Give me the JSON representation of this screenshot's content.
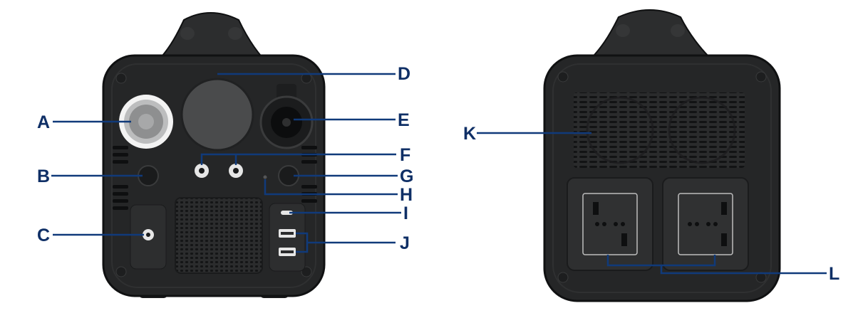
{
  "colors": {
    "body": "#252627",
    "body_edge": "#111213",
    "panel": "#2f3031",
    "callout": "#103a7a",
    "label": "#0f2f66",
    "led_ring": "#f2f2f2"
  },
  "front_view": {
    "callouts": [
      {
        "id": "A",
        "label": "A"
      },
      {
        "id": "B",
        "label": "B"
      },
      {
        "id": "C",
        "label": "C"
      },
      {
        "id": "D",
        "label": "D"
      },
      {
        "id": "E",
        "label": "E"
      },
      {
        "id": "F",
        "label": "F"
      },
      {
        "id": "G",
        "label": "G"
      },
      {
        "id": "H",
        "label": "H"
      },
      {
        "id": "I",
        "label": "I"
      },
      {
        "id": "J",
        "label": "J"
      }
    ]
  },
  "back_view": {
    "callouts": [
      {
        "id": "K",
        "label": "K"
      },
      {
        "id": "L",
        "label": "L"
      }
    ]
  }
}
